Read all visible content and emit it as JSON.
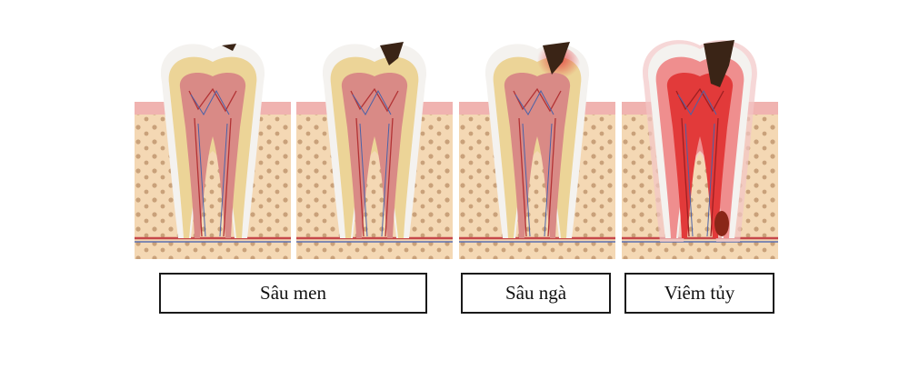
{
  "labels": {
    "enamel": "Sâu men",
    "dentin": "Sâu ngà",
    "pulp": "Viêm tủy"
  },
  "colors": {
    "gum": "#f0b3b0",
    "bone": "#f4d8b4",
    "bone_dot": "#c9a17a",
    "enamel": "#f4f2ef",
    "dentin": "#ecd497",
    "pulp": "#d98a86",
    "decay": "#3a2416",
    "inflamed": "#e23a3a"
  }
}
